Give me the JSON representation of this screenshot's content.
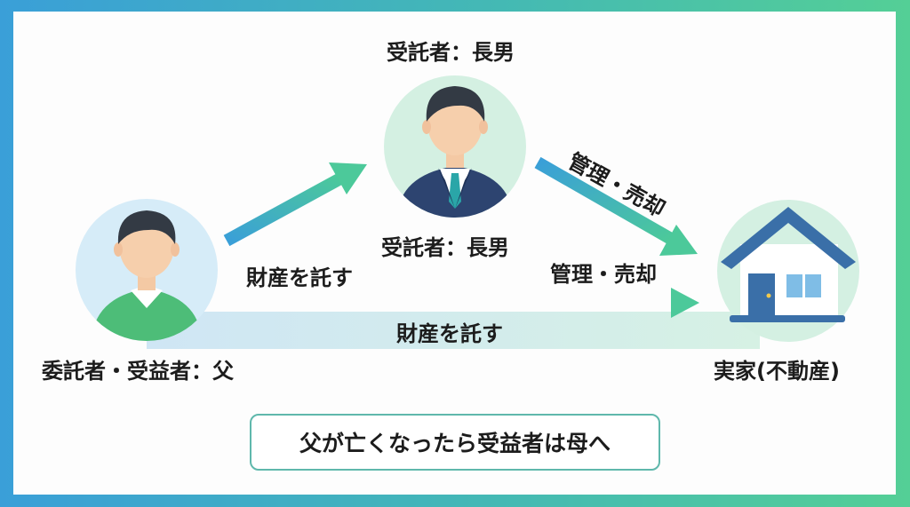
{
  "diagram": {
    "trustee_label_top": "受託者：長男",
    "trustee_label_mid": "受託者：長男",
    "manage_label_diag": "管理・売却",
    "manage_label_flat": "管理・売却",
    "entrust_label_upper": "財産を託す",
    "entrust_label_lower": "財産を託す",
    "settlor_label": "委託者・受益者：父",
    "property_label": "実家(不動産)",
    "note": "父が亡くなったら受益者は母へ"
  },
  "colors": {
    "arrow_blue": "#3a9fd8",
    "arrow_green": "#4cc99a",
    "node_blue_bg": "#d6ecf8",
    "node_green_bg": "#d4f0e2",
    "suit_navy": "#2d4470",
    "tie_teal": "#2aa6a8",
    "shirt_green": "#4dbd78",
    "house_blue": "#3a6fa8",
    "note_border": "#5fb8ac"
  }
}
